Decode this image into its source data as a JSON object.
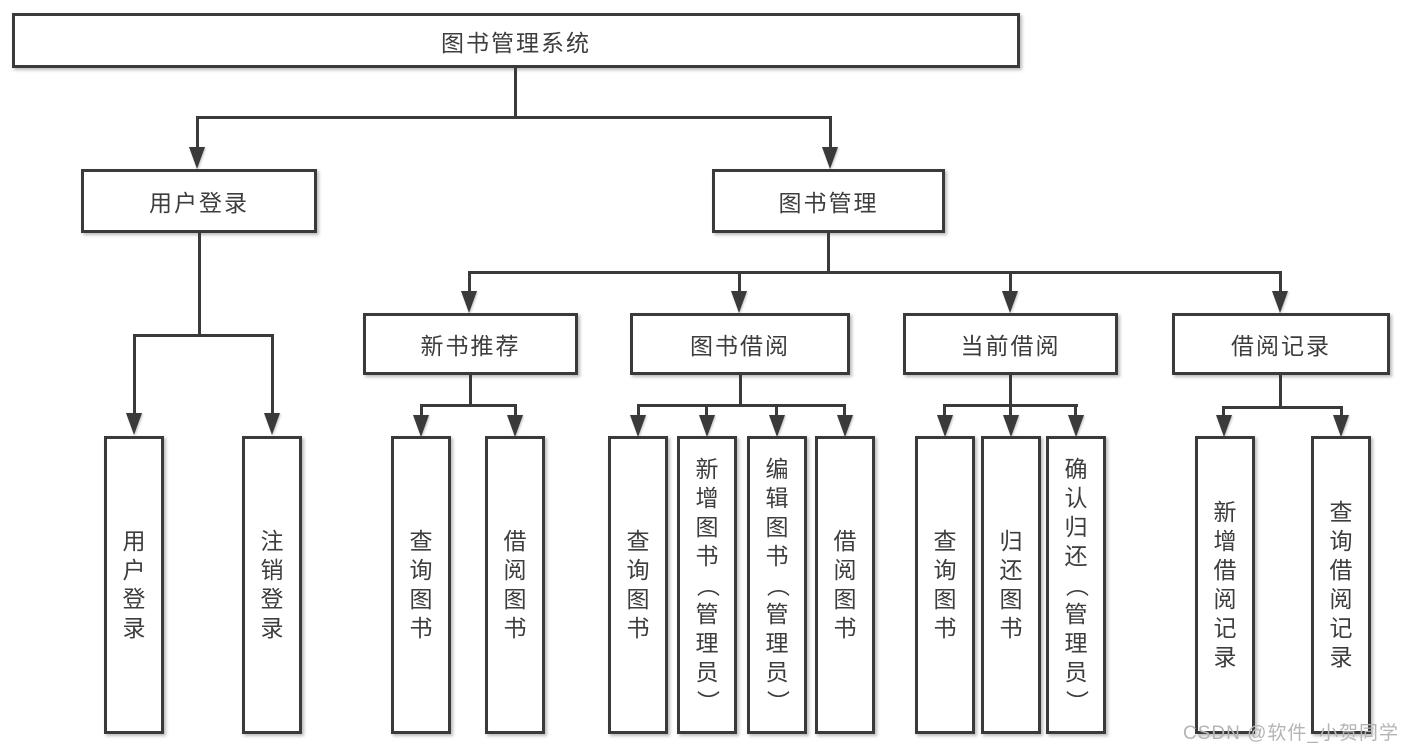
{
  "root": {
    "label": "图书管理系统"
  },
  "branches": [
    {
      "label": "用户登录",
      "children": [
        {
          "label": "用户登录"
        },
        {
          "label": "注销登录"
        }
      ]
    },
    {
      "label": "图书管理",
      "children": [
        {
          "label": "新书推荐",
          "children": [
            {
              "label": "查询图书"
            },
            {
              "label": "借阅图书"
            }
          ]
        },
        {
          "label": "图书借阅",
          "children": [
            {
              "label": "查询图书"
            },
            {
              "label": "新增图书（管理员）"
            },
            {
              "label": "编辑图书（管理员）"
            },
            {
              "label": "借阅图书"
            }
          ]
        },
        {
          "label": "当前借阅",
          "children": [
            {
              "label": "查询图书"
            },
            {
              "label": "归还图书"
            },
            {
              "label": "确认归还（管理员）"
            }
          ]
        },
        {
          "label": "借阅记录",
          "children": [
            {
              "label": "新增借阅记录"
            },
            {
              "label": "查询借阅记录"
            }
          ]
        }
      ]
    }
  ],
  "watermark": {
    "text": "CSDN @软件_小贺同学"
  },
  "colors": {
    "line": "#3a3a3a",
    "text": "#3d3d3d",
    "bg": "#ffffff",
    "watermark": "#b5b5b5"
  }
}
